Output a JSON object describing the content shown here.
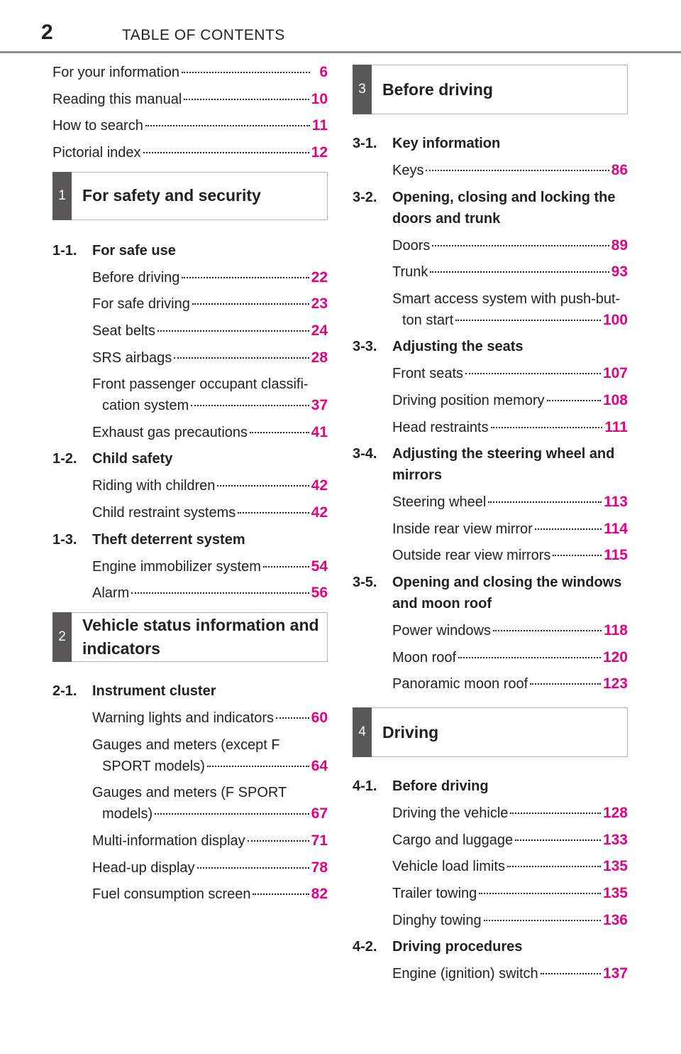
{
  "header": {
    "page_number": "2",
    "title": "TABLE OF CONTENTS"
  },
  "top_entries": [
    {
      "title": "For your information",
      "page": "6"
    },
    {
      "title": "Reading this manual",
      "page": "10"
    },
    {
      "title": "How to search",
      "page": "11"
    },
    {
      "title": "Pictorial index",
      "page": "12"
    }
  ],
  "chapters": [
    {
      "num": "1",
      "title": "For safety and security",
      "sections": [
        {
          "num": "1-1.",
          "title": "For safe use",
          "entries": [
            {
              "title": "Before driving",
              "page": "22"
            },
            {
              "title": "For safe driving",
              "page": "23"
            },
            {
              "title": "Seat belts",
              "page": "24"
            },
            {
              "title": "SRS airbags",
              "page": "28"
            },
            {
              "title": "Front passenger occupant classifi-",
              "title2": "cation system",
              "page": "37"
            },
            {
              "title": "Exhaust gas precautions",
              "page": "41"
            }
          ]
        },
        {
          "num": "1-2.",
          "title": "Child safety",
          "entries": [
            {
              "title": "Riding with children",
              "page": "42"
            },
            {
              "title": "Child restraint systems",
              "page": "42"
            }
          ]
        },
        {
          "num": "1-3.",
          "title": "Theft deterrent system",
          "entries": [
            {
              "title": "Engine immobilizer system",
              "page": "54"
            },
            {
              "title": "Alarm",
              "page": "56"
            }
          ]
        }
      ]
    },
    {
      "num": "2",
      "title": "Vehicle status information and indicators",
      "sections": [
        {
          "num": "2-1.",
          "title": "Instrument cluster",
          "entries": [
            {
              "title": "Warning lights and indicators",
              "page": "60"
            },
            {
              "title": "Gauges and meters (except F",
              "title2": "SPORT models)",
              "page": "64"
            },
            {
              "title": "Gauges and meters (F SPORT",
              "title2": "models)",
              "page": "67"
            },
            {
              "title": "Multi-information display",
              "page": "71"
            },
            {
              "title": "Head-up display",
              "page": "78"
            },
            {
              "title": "Fuel consumption screen",
              "page": "82"
            }
          ]
        }
      ]
    },
    {
      "num": "3",
      "title": "Before driving",
      "sections": [
        {
          "num": "3-1.",
          "title": "Key information",
          "entries": [
            {
              "title": "Keys",
              "page": "86"
            }
          ]
        },
        {
          "num": "3-2.",
          "title": "Opening, closing and locking the doors and trunk",
          "entries": [
            {
              "title": "Doors",
              "page": "89"
            },
            {
              "title": "Trunk",
              "page": "93"
            },
            {
              "title": "Smart access system with push-but-",
              "title2": "ton start",
              "page": "100"
            }
          ]
        },
        {
          "num": "3-3.",
          "title": "Adjusting the seats",
          "entries": [
            {
              "title": "Front seats",
              "page": "107"
            },
            {
              "title": "Driving position memory",
              "page": "108"
            },
            {
              "title": "Head restraints",
              "page": "111"
            }
          ]
        },
        {
          "num": "3-4.",
          "title": "Adjusting the steering wheel and mirrors",
          "entries": [
            {
              "title": "Steering wheel",
              "page": "113"
            },
            {
              "title": "Inside rear view mirror",
              "page": "114"
            },
            {
              "title": "Outside rear view mirrors",
              "page": "115"
            }
          ]
        },
        {
          "num": "3-5.",
          "title": "Opening and closing the windows and moon roof",
          "entries": [
            {
              "title": "Power windows",
              "page": "118"
            },
            {
              "title": "Moon roof",
              "page": "120"
            },
            {
              "title": "Panoramic moon roof",
              "page": "123"
            }
          ]
        }
      ]
    },
    {
      "num": "4",
      "title": "Driving",
      "sections": [
        {
          "num": "4-1.",
          "title": "Before driving",
          "entries": [
            {
              "title": "Driving the vehicle",
              "page": "128"
            },
            {
              "title": "Cargo and luggage",
              "page": "133"
            },
            {
              "title": "Vehicle load limits",
              "page": "135"
            },
            {
              "title": "Trailer towing",
              "page": "135"
            },
            {
              "title": "Dinghy towing",
              "page": "136"
            }
          ]
        },
        {
          "num": "4-2.",
          "title": "Driving procedures",
          "entries": [
            {
              "title": "Engine (ignition) switch",
              "page": "137"
            }
          ]
        }
      ]
    }
  ],
  "colors": {
    "accent": "#e4007f",
    "tab": "#5a5758",
    "rule": "#8a8a8a"
  }
}
